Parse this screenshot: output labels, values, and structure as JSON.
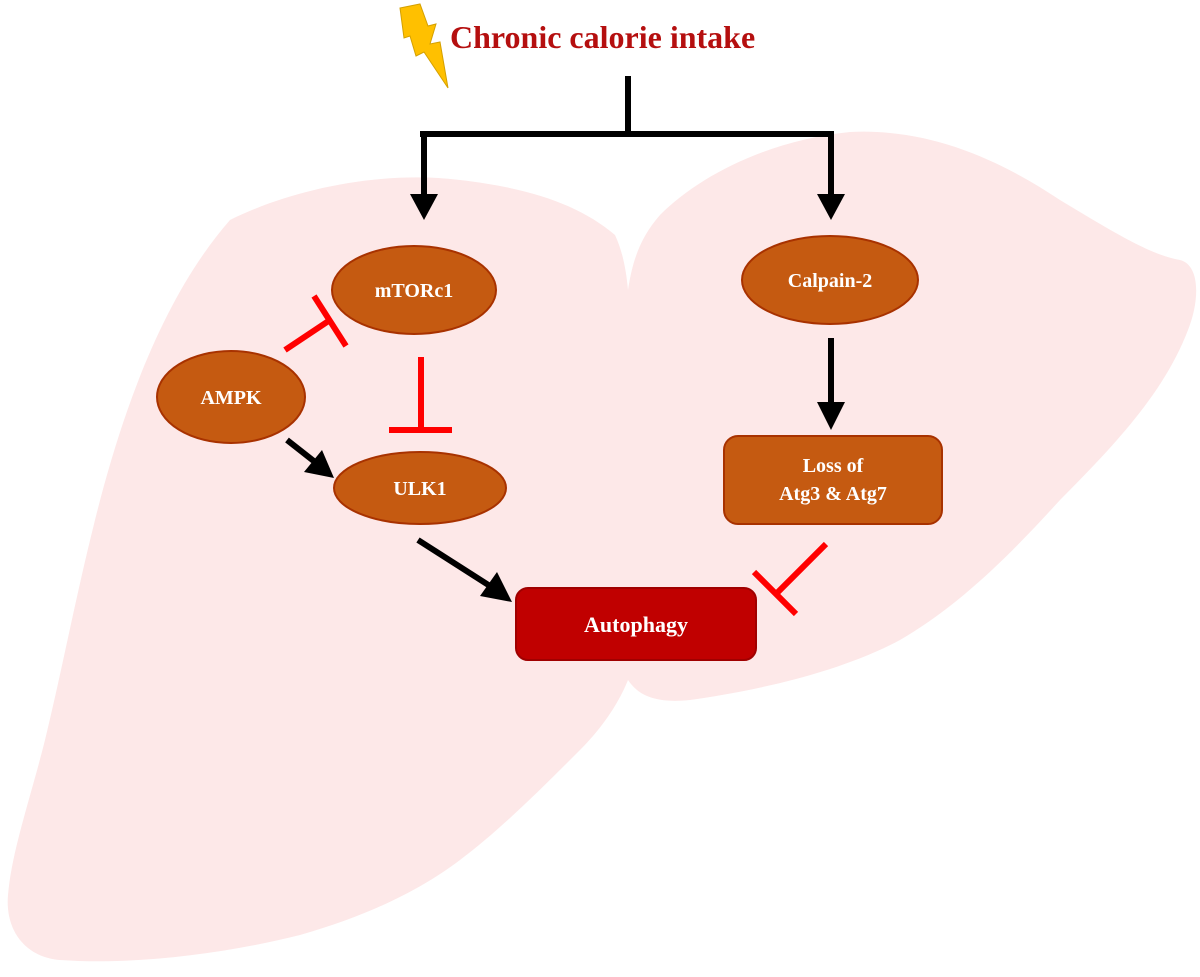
{
  "title": "Chronic calorie intake",
  "nodes": {
    "mtorc1": "mTORc1",
    "ampk": "AMPK",
    "ulk1": "ULK1",
    "calpain2": "Calpain-2",
    "loss_line1": "Loss of",
    "loss_line2": "Atg3 & Atg7",
    "autophagy": "Autophagy"
  },
  "icons": {
    "trigger": "lightning-bolt-icon",
    "background": "liver-silhouette"
  },
  "colors": {
    "title": "#b50f0f",
    "node_fill": "#c55a11",
    "node_stroke": "#a83200",
    "autophagy_fill": "#c00000",
    "activation": "#000000",
    "inhibition": "#ff0000",
    "liver": "#fde8e8",
    "bolt": "#ffc000"
  }
}
